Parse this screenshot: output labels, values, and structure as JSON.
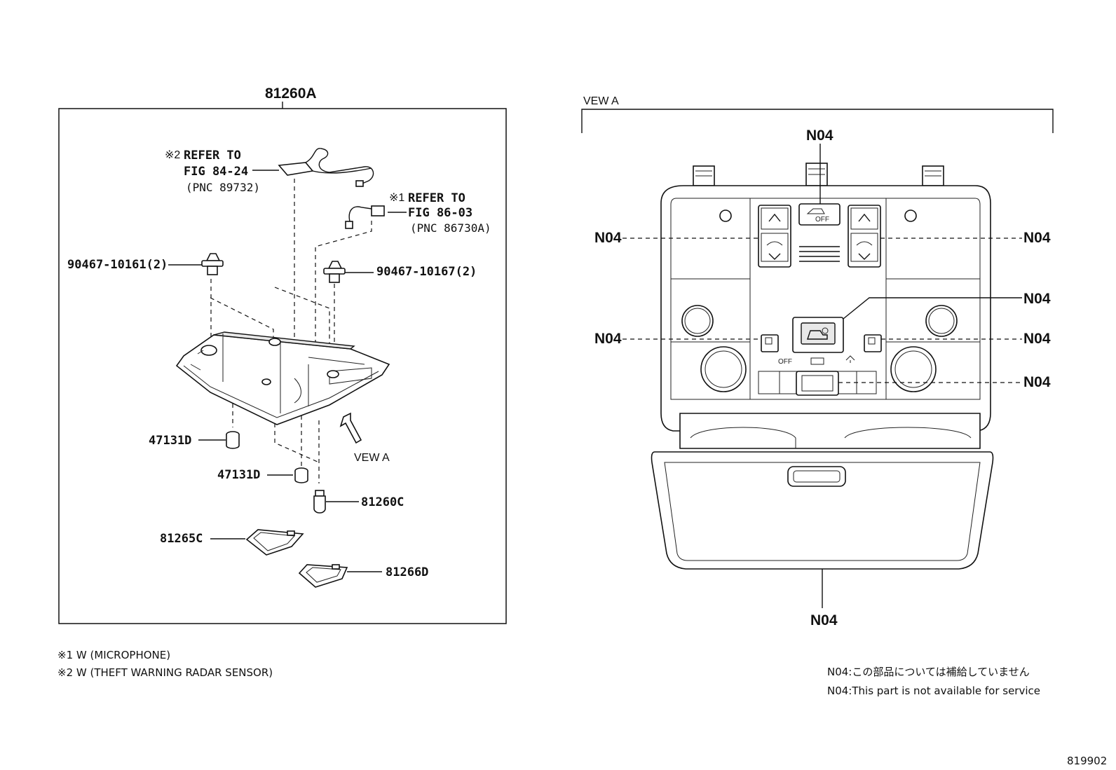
{
  "left": {
    "assembly_label": "81260A",
    "callouts": {
      "ref2_mark": "※2",
      "ref2_line1": "REFER TO",
      "ref2_line2": "FIG 84-24",
      "ref2_line3": "(PNC 89732)",
      "ref1_mark": "※1",
      "ref1_line1": "REFER TO",
      "ref1_line2": "FIG 86-03",
      "ref1_line3": "(PNC 86730A)",
      "clip_left": "90467-10161(2)",
      "clip_right": "90467-10167(2)",
      "cap_upper": "47131D",
      "cap_lower": "47131D",
      "bulb": "81260C",
      "lens_1": "81265C",
      "lens_2": "81266D",
      "view_arrow": "VEW A"
    }
  },
  "right": {
    "view_title": "VEW A",
    "n04_labels": [
      "N04",
      "N04",
      "N04",
      "N04",
      "N04",
      "N04",
      "N04",
      "N04"
    ],
    "switch_labels": {
      "off": "OFF",
      "sunroof_off": "OFF"
    }
  },
  "footnotes": {
    "note1": "※1 W (MICROPHONE)",
    "note2": "※2 W (THEFT WARNING RADAR SENSOR)",
    "legend_jp": "N04:この部品については補給していません",
    "legend_en": "N04:This part is not available for service"
  },
  "figure_id": "819902"
}
